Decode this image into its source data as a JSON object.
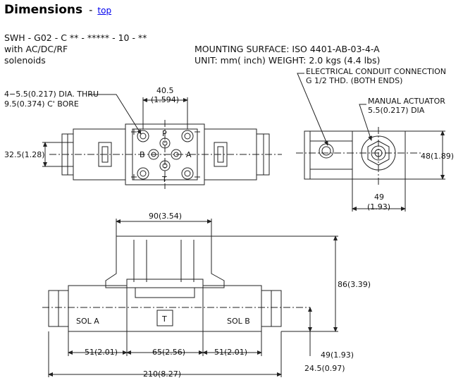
{
  "header": {
    "title": "Dimensions",
    "separator": "-",
    "top_link": "top"
  },
  "specs": {
    "model": "SWH - G02 - C ** - ***** - 10 - **",
    "line2": "with AC/DC/RF",
    "line3": "solenoids",
    "mounting": "MOUNTING SURFACE: ISO 4401-AB-03-4-A",
    "unit_weight": "UNIT: mm( inch) WEIGHT: 2.0 kgs (4.4 lbs)"
  },
  "drawing": {
    "hole_note1": "4−5.5(0.217) DIA. THRU",
    "hole_note2": "9.5(0.374) C' BORE",
    "dim_40_5": "40.5",
    "dim_1_594": "(1.594)",
    "dim_32_5": "32.5(1.28)",
    "port_p": "P",
    "port_a": "A",
    "port_b": "B",
    "port_t": "T",
    "conduit1": "ELECTRICAL CONDUIT CONNECTION",
    "conduit2": "G 1/2 THD. (BOTH ENDS)",
    "actuator1": "MANUAL ACTUATOR",
    "actuator2": "5.5(0.217) DIA",
    "dim_48": "48(1.89)",
    "dim_49": "49",
    "dim_1_93": "(1.93)",
    "dim_90": "90(3.54)",
    "dim_86": "86(3.39)",
    "dim_49b": "49(1.93)",
    "dim_24_5": "24.5(0.97)",
    "sol_a": "SOL A",
    "sol_b": "SOL B",
    "t_mark": "T",
    "dim_51a": "51(2.01)",
    "dim_65": "65(2.56)",
    "dim_51b": "51(2.01)",
    "dim_210": "210(8.27)"
  }
}
